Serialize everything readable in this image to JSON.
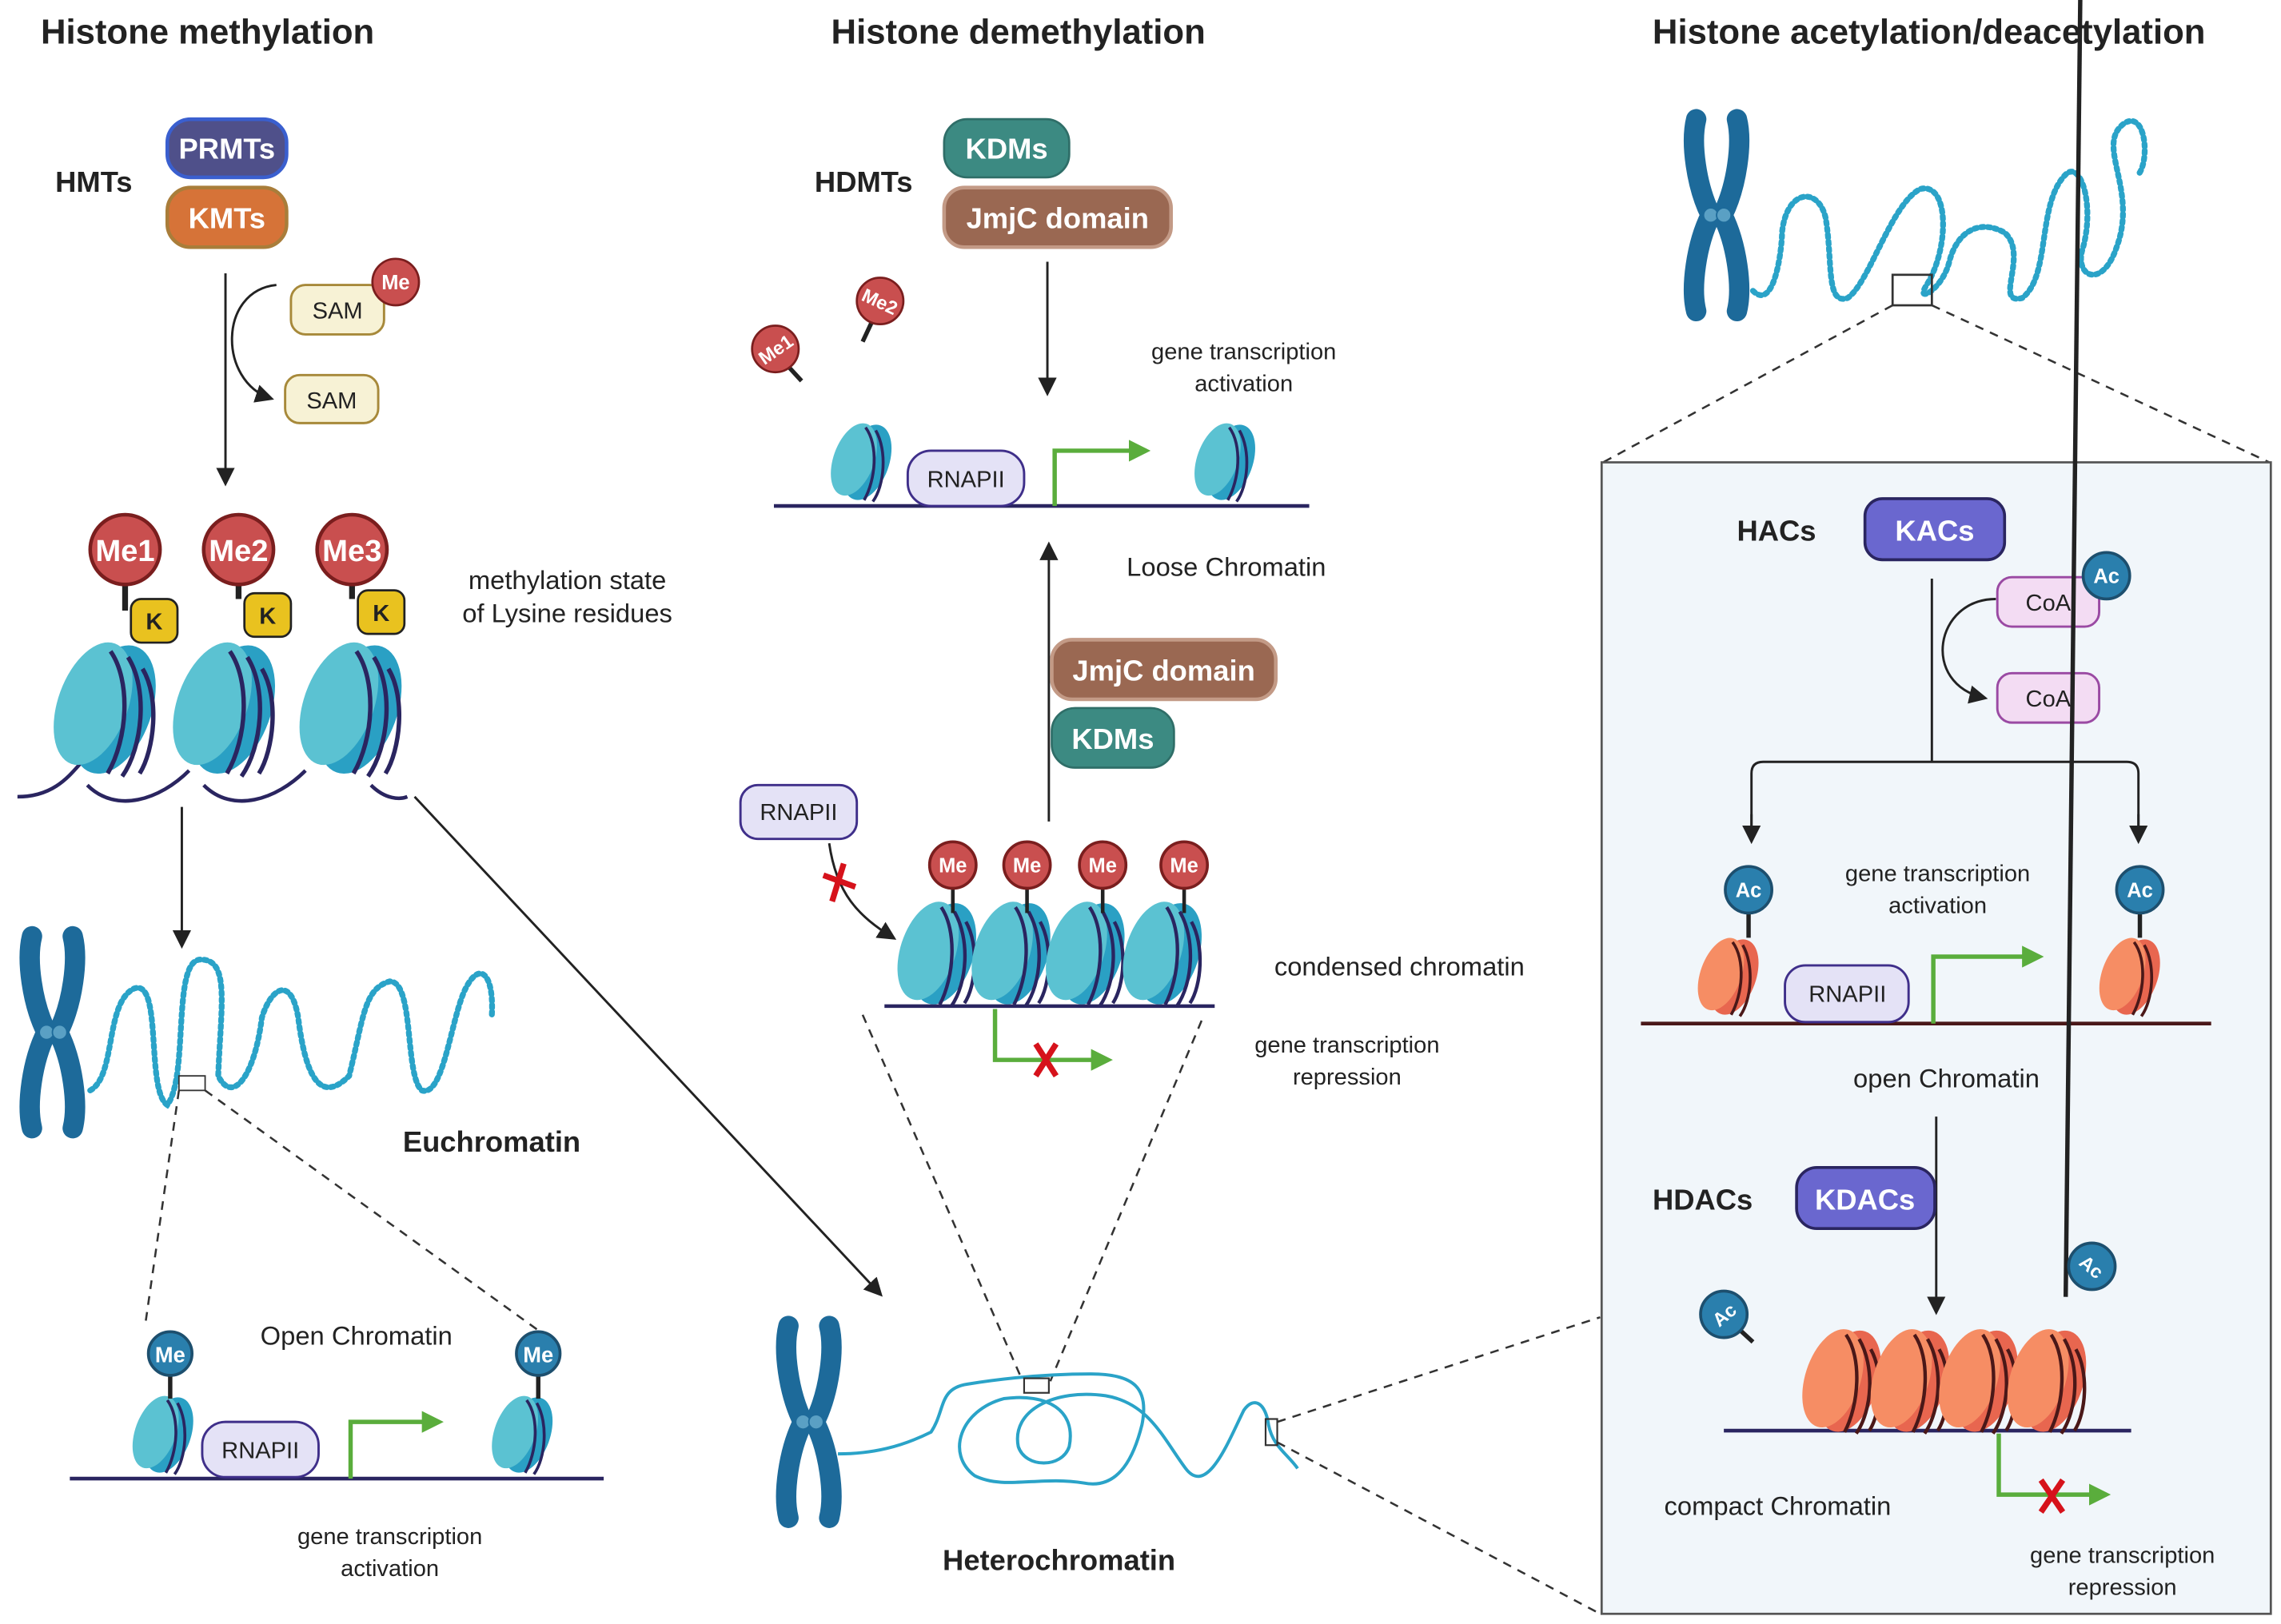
{
  "colors": {
    "prmt_fill": "#4f508a",
    "prmt_stroke": "#3a5fcf",
    "kmt_fill": "#d67338",
    "kmt_stroke": "#a97d3a",
    "kdm_fill": "#3c8a82",
    "jmjc_fill": "#9a6852",
    "methyl_red": "#c94f4f",
    "methyl_stroke": "#7a1e1e",
    "methyl_blue": "#2a7fad",
    "lysine_yellow": "#e9c21f",
    "histone_light": "#5bc2d2",
    "histone_dark": "#2aa0c4",
    "histone_orange_light": "#f68d64",
    "histone_orange_dark": "#e8664f",
    "kac_fill": "#6a67cf",
    "sam_fill": "#f7f2d5",
    "sam_stroke": "#a7893a",
    "coa_fill": "#f3dcf3",
    "coa_stroke": "#9a4aa3",
    "rnapii_fill": "#e4e2f6",
    "rnapii_stroke": "#3f2f8a",
    "panel_bg": "#f1f6fa",
    "green": "#5aad3c",
    "red_x": "#d6121b"
  },
  "methylation": {
    "title": "Histone methylation",
    "enzyme_group_label": "HMTs",
    "enzymes": [
      "PRMTs",
      "KMTs"
    ],
    "cofactor_in": "SAM",
    "cofactor_in_badge": "Me",
    "cofactor_out": "SAM",
    "states": [
      "Me1",
      "Me2",
      "Me3"
    ],
    "residue": "K",
    "state_caption_line1": "methylation state",
    "state_caption_line2": "of Lysine residues",
    "euchromatin_label": "Euchromatin",
    "open_chromatin_label": "Open Chromatin",
    "mark_label": "Me",
    "polymerase": "RNAPII",
    "outcome_line1": "gene transcription",
    "outcome_line2": "activation"
  },
  "demethylation": {
    "title": "Histone demethylation",
    "enzyme_group_label": "HDMTs",
    "enzymes": [
      "KDMs",
      "JmjC domain"
    ],
    "released_marks": [
      "Me1",
      "Me2"
    ],
    "outcome_top_line1": "gene transcription",
    "outcome_top_line2": "activation",
    "polymerase": "RNAPII",
    "loose_label": "Loose Chromatin",
    "enzymes_lower": [
      "JmjC domain",
      "KDMs"
    ],
    "condensed_marks": [
      "Me",
      "Me",
      "Me",
      "Me"
    ],
    "condensed_label": "condensed chromatin",
    "outcome_bottom_line1": "gene transcription",
    "outcome_bottom_line2": "repression",
    "heterochromatin_label": "Heterochromatin"
  },
  "acetylation": {
    "title": "Histone acetylation/deacetylation",
    "hac_label": "HACs",
    "hac_enzyme": "KACs",
    "cofactor_in": "CoA",
    "cofactor_in_badge": "Ac",
    "cofactor_out": "CoA",
    "mark_label": "Ac",
    "outcome_top_line1": "gene transcription",
    "outcome_top_line2": "activation",
    "polymerase": "RNAPII",
    "open_label": "open Chromatin",
    "hdac_label": "HDACs",
    "hdac_enzyme": "KDACs",
    "released_marks": [
      "Ac",
      "Ac"
    ],
    "compact_label": "compact Chromatin",
    "outcome_bottom_line1": "gene transcription",
    "outcome_bottom_line2": "repression"
  }
}
